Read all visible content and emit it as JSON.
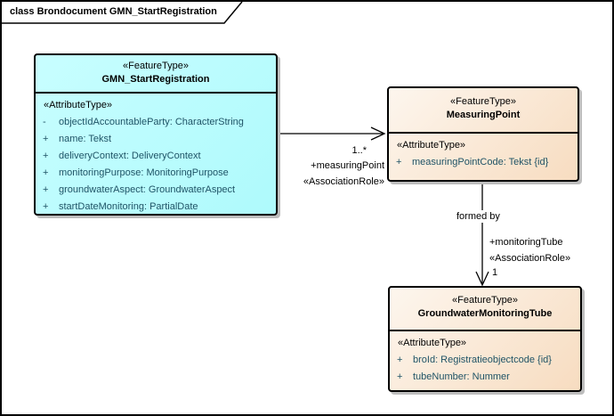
{
  "frame": {
    "title": "class Brondocument GMN_StartRegistration"
  },
  "classes": {
    "gmn": {
      "stereotype": "«FeatureType»",
      "name": "GMN_StartRegistration",
      "section": "«AttributeType»",
      "attributes": [
        {
          "vis": "-",
          "text": "objectIdAccountableParty: CharacterString"
        },
        {
          "vis": "+",
          "text": "name: Tekst"
        },
        {
          "vis": "+",
          "text": "deliveryContext: DeliveryContext"
        },
        {
          "vis": "+",
          "text": "monitoringPurpose: MonitoringPurpose"
        },
        {
          "vis": "+",
          "text": "groundwaterAspect: GroundwaterAspect"
        },
        {
          "vis": "+",
          "text": "startDateMonitoring: PartialDate"
        }
      ]
    },
    "measuringPoint": {
      "stereotype": "«FeatureType»",
      "name": "MeasuringPoint",
      "section": "«AttributeType»",
      "attributes": [
        {
          "vis": "+",
          "text": "measuringPointCode: Tekst {id}"
        }
      ]
    },
    "tube": {
      "stereotype": "«FeatureType»",
      "name": "GroundwaterMonitoringTube",
      "section": "«AttributeType»",
      "attributes": [
        {
          "vis": "+",
          "text": "broId: Registratieobjectcode {id}"
        },
        {
          "vis": "+",
          "text": "tubeNumber: Nummer"
        }
      ]
    }
  },
  "associations": {
    "measuringPoint": {
      "multiplicity": "1..*",
      "role": "+measuringPoint",
      "stereotype": "«AssociationRole»"
    },
    "monitoringTube": {
      "name": "formed by",
      "role": "+monitoringTube",
      "stereotype": "«AssociationRole»",
      "multiplicity": "1"
    }
  },
  "colors": {
    "class_cyan": "#aefafc",
    "class_peach": "#f7dcc0",
    "attribute_text": "#1f5366",
    "border": "#000000",
    "shadow": "#bdbdbd",
    "background": "#ffffff"
  }
}
